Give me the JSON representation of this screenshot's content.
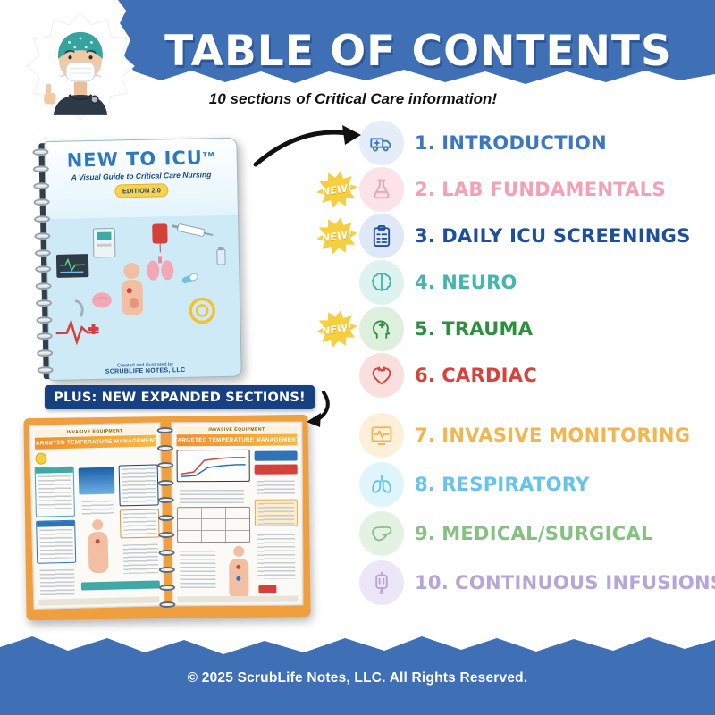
{
  "header": {
    "title": "TABLE OF CONTENTS",
    "subtitle": "10 sections of Critical Care information!"
  },
  "badges": {
    "new_label": "NEW!"
  },
  "book": {
    "title": "NEW TO ICU",
    "trademark": "TM",
    "tagline": "A Visual Guide to Critical Care Nursing",
    "edition_badge": "EDITION 2.0",
    "credit_line": "Created and illustrated by",
    "publisher": "SCRUBLIFE NOTES, LLC"
  },
  "plus_banner": {
    "label": "PLUS: NEW EXPANDED SECTIONS!"
  },
  "spread": {
    "left_page": {
      "eyebrow": "INVASIVE EQUIPMENT",
      "title": "TARGETED TEMPERATURE MANAGEMENT"
    },
    "right_page": {
      "eyebrow": "INVASIVE EQUIPMENT",
      "title": "TARGETED TEMPERATURE MANAGEMENT"
    }
  },
  "sections": [
    {
      "number": "1.",
      "label": "INTRODUCTION",
      "color": "#3c77c0",
      "tint": "#e4edf8",
      "icon": "ambulance-icon",
      "is_new": false
    },
    {
      "number": "2.",
      "label": "LAB FUNDAMENTALS",
      "color": "#f4a0b5",
      "tint": "#fce3ea",
      "icon": "lab-flask-icon",
      "is_new": true
    },
    {
      "number": "3.",
      "label": "DAILY ICU SCREENINGS",
      "color": "#1c4f9e",
      "tint": "#dfe8f6",
      "icon": "clipboard-icon",
      "is_new": true
    },
    {
      "number": "4.",
      "label": "NEURO",
      "color": "#43b7ae",
      "tint": "#def2f0",
      "icon": "brain-icon",
      "is_new": false
    },
    {
      "number": "5.",
      "label": "TRAUMA",
      "color": "#2e8f3e",
      "tint": "#ddefdd",
      "icon": "trauma-icon",
      "is_new": true
    },
    {
      "number": "6.",
      "label": "CARDIAC",
      "color": "#d8423c",
      "tint": "#f9dfde",
      "icon": "heart-icon",
      "is_new": false
    },
    {
      "number": "7.",
      "label": "INVASIVE MONITORING",
      "color": "#f3b64e",
      "tint": "#fdf0d8",
      "icon": "monitor-icon",
      "is_new": false
    },
    {
      "number": "8.",
      "label": "RESPIRATORY",
      "color": "#66c4ea",
      "tint": "#e0f4fc",
      "icon": "lungs-icon",
      "is_new": false
    },
    {
      "number": "9.",
      "label": "MEDICAL/SURGICAL",
      "color": "#85c281",
      "tint": "#e4f2e3",
      "icon": "liver-icon",
      "is_new": false
    },
    {
      "number": "10.",
      "label": "CONTINUOUS INFUSIONS",
      "color": "#b6a6d8",
      "tint": "#ece6f6",
      "icon": "iv-bag-icon",
      "is_new": false
    }
  ],
  "footer": {
    "copyright": "© 2025 ScrubLife Notes, LLC. All Rights Reserved."
  },
  "colors": {
    "banner_blue": "#3f6fb5",
    "navy": "#16407f",
    "new_yellow": "#f6cf3e",
    "spread_cover_orange": "#ef9f3e"
  }
}
